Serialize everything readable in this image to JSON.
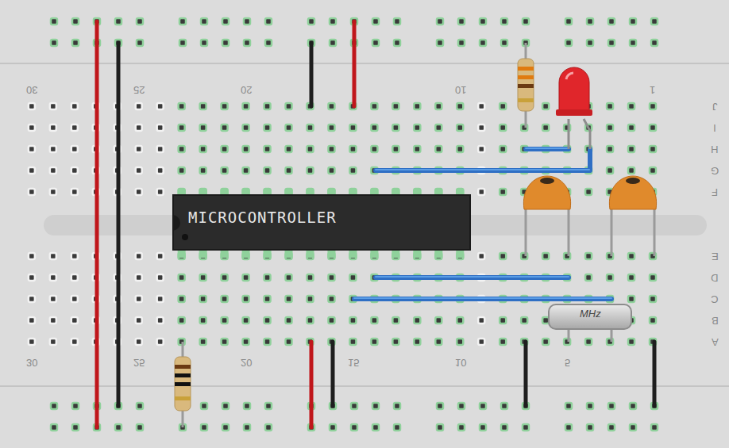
{
  "diagram": {
    "nodes": [
      {
        "text": [
          "MICROCONTROLLER"
        ]
      },
      {
        "text": [
          "MHz"
        ]
      }
    ],
    "labels": [
      "30",
      "25",
      "20",
      "10",
      "1",
      "J",
      "I",
      "H",
      "G",
      "F",
      "E",
      "D",
      "C",
      "B",
      "A",
      "30",
      "25",
      "20",
      "15",
      "10",
      "5"
    ]
  }
}
